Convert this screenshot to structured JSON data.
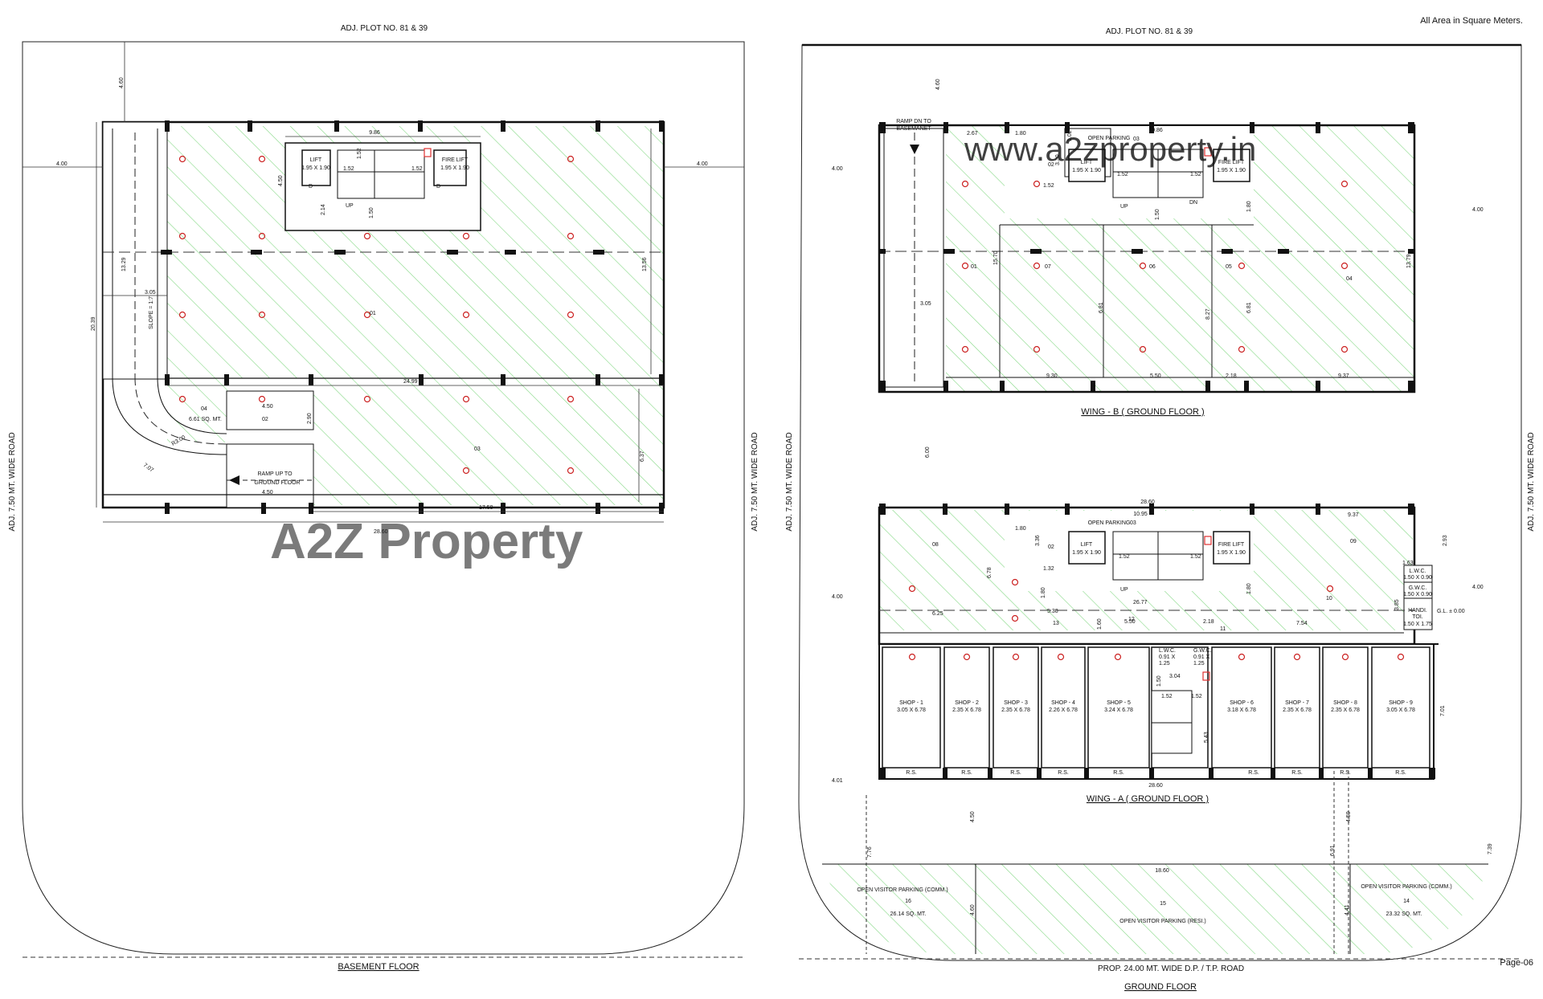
{
  "sheet": {
    "area_note": "All Area in Square Meters.",
    "page_label": "Page-06",
    "watermark_logo": "A2Z Property",
    "watermark_url": "www.a2zproperty.in",
    "colors": {
      "hatch": "#86d886",
      "wall": "#000000",
      "marker": "#cc2222",
      "fire_mark": "#e03030"
    }
  },
  "basement": {
    "title": "BASEMENT FLOOR",
    "top_road": "ADJ. PLOT NO. 81 & 39",
    "left_road": "ADJ. 7.50 MT. WIDE ROAD",
    "right_road": "ADJ. 7.50 MT. WIDE ROAD",
    "ramp_label_1": "RAMP UP TO",
    "ramp_label_2": "GROUND FLOOR",
    "slope": "SLOPE = 1:7",
    "lift": {
      "name": "LIFT",
      "size": "1.95 X 1.90"
    },
    "fire_lift": {
      "name": "FIRE LIFT",
      "size": "1.95 X 1.90"
    },
    "up": "UP",
    "door": "D",
    "area_04": "6.61 SQ. MT.",
    "radius": "R3.00",
    "rooms": [
      "01",
      "02",
      "03",
      "04"
    ],
    "dims": [
      "4.60",
      "4.00",
      "4.00",
      "9.86",
      "1.52",
      "1.52",
      "1.52",
      "4.50",
      "2.14",
      "1.50",
      "13.29",
      "13.56",
      "3.05",
      "20.39",
      "24.99",
      "4.50",
      "2.90",
      "6.37",
      "7.07",
      "4.50",
      "17.59",
      "28.60"
    ]
  },
  "ground": {
    "title": "GROUND FLOOR",
    "top_road": "ADJ. PLOT NO. 81 & 39",
    "bottom_road": "PROP. 24.00 MT. WIDE D.P. / T.P. ROAD",
    "left_road": "ADJ. 7.50 MT. WIDE ROAD",
    "right_road": "ADJ. 7.50 MT. WIDE ROAD",
    "wing_b": {
      "title": "WING - B ( GROUND FLOOR )",
      "ramp_1": "RAMP DN TO",
      "ramp_2": "BASEMANET",
      "open_parking": "OPEN PARKING",
      "lift": "LIFT",
      "lift_size": "1.95 X 1.90",
      "fire_lift": "FIRE LIFT",
      "fire_lift_size": "1.95 X 1.90",
      "up": "UP",
      "dn": "DN",
      "rooms": [
        "01",
        "02",
        "03",
        "04",
        "05",
        "06",
        "07"
      ],
      "dims": [
        "4.60",
        "4.00",
        "4.00",
        "2.67",
        "1.80",
        "1.02",
        "9.86",
        "3.30",
        "1.52",
        "1.52",
        "1.52",
        "1.50",
        "1.80",
        "15.70",
        "13.79",
        "3.05",
        "6.81",
        "8.27",
        "6.81",
        "9.30",
        "5.50",
        "2.18",
        "9.37",
        "6.00"
      ]
    },
    "wing_a": {
      "title": "WING - A ( GROUND FLOOR )",
      "open_parking": "OPEN PARKING",
      "lift": "LIFT",
      "lift_size": "1.95 X 1.90",
      "fire_lift": "FIRE LIFT",
      "fire_lift_size": "1.95 X 1.90",
      "up": "UP",
      "rooms": [
        "02",
        "03",
        "08",
        "09",
        "10",
        "11",
        "12",
        "13"
      ],
      "lwc": "L.W.C.",
      "lwc_size": "1.50 X 0.90",
      "gwc": "G.W.C.",
      "gwc_size": "1.50 X 0.90",
      "handi": "HANDI.",
      "toi": "TOI.",
      "handi_size": "1.50 X 1.75",
      "gl": "G.L. ± 0.00",
      "lwc_small": "L.W.C.",
      "lwc_small_size": "0.91 X",
      "lwc_small_size2": "1.25",
      "gwc_small": "G.W.C.",
      "gwc_small_size": "0.91 X",
      "gwc_small_size2": "1.25",
      "rs": "R.S.",
      "shops": [
        {
          "name": "SHOP - 1",
          "size": "3.05 X 6.78"
        },
        {
          "name": "SHOP - 2",
          "size": "2.35 X 6.78"
        },
        {
          "name": "SHOP - 3",
          "size": "2.35 X 6.78"
        },
        {
          "name": "SHOP - 4",
          "size": "2.26 X 6.78"
        },
        {
          "name": "SHOP - 5",
          "size": "3.24 X 6.78"
        },
        {
          "name": "SHOP - 6",
          "size": "3.18 X 6.78"
        },
        {
          "name": "SHOP - 7",
          "size": "2.35 X 6.78"
        },
        {
          "name": "SHOP - 8",
          "size": "2.35 X 6.78"
        },
        {
          "name": "SHOP - 9",
          "size": "3.05 X 6.78"
        }
      ],
      "dims": [
        "28.60",
        "10.95",
        "9.37",
        "1.80",
        "3.36",
        "1.32",
        "1.52",
        "1.52",
        "2.93",
        "4.00",
        "4.00",
        "6.78",
        "1.80",
        "5.30",
        "26.77",
        "6.25",
        "5.50",
        "2.18",
        "7.54",
        "1.50",
        "3.04",
        "1.52",
        "1.52",
        "5.43",
        "7.01",
        "28.60",
        "4.01",
        "1.63",
        "3.85",
        "1.60",
        "1.80"
      ]
    },
    "parking": {
      "comm_left": "OPEN VISITOR PARKING (COMM.)",
      "comm_left_no": "16",
      "comm_left_area": "26.14 SQ. MT.",
      "resi": "OPEN VISITOR PARKING (RESI.)",
      "resi_no": "15",
      "comm_right": "OPEN VISITOR PARKING (COMM.)",
      "comm_right_no": "14",
      "comm_right_area": "23.32 SQ. MT.",
      "dims": [
        "18.60",
        "7.76",
        "4.50",
        "4.60",
        "6.91",
        "4.41",
        "7.39",
        "4.50"
      ]
    }
  }
}
